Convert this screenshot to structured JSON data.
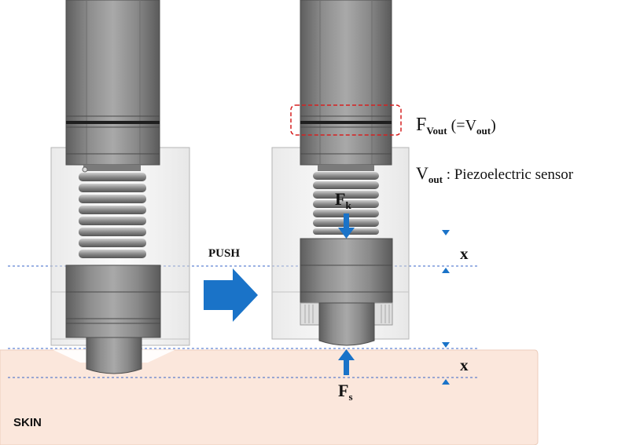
{
  "labels": {
    "fvout_main": "F",
    "fvout_sub": "Vout",
    "fvout_eq_open": " (=V",
    "fvout_eq_sub": "out",
    "fvout_eq_close": ")",
    "vout_main": "V",
    "vout_sub": "out",
    "vout_desc": " : Piezoelectric sensor",
    "fk_main": "F",
    "fk_sub": "k",
    "fs_main": "F",
    "fs_sub": "s",
    "push": "PUSH",
    "x_top": "x",
    "x_bottom": "x",
    "skin": "SKIN"
  },
  "colors": {
    "skin": "#fbe7dc",
    "arrow_blue": "#1a73c8",
    "dash_blue": "#3a64c8",
    "sensor_box": "#d62020",
    "metal": "#8b8b8b",
    "metal_dark": "#5a5a5a",
    "housing": "#e3e3e3"
  }
}
